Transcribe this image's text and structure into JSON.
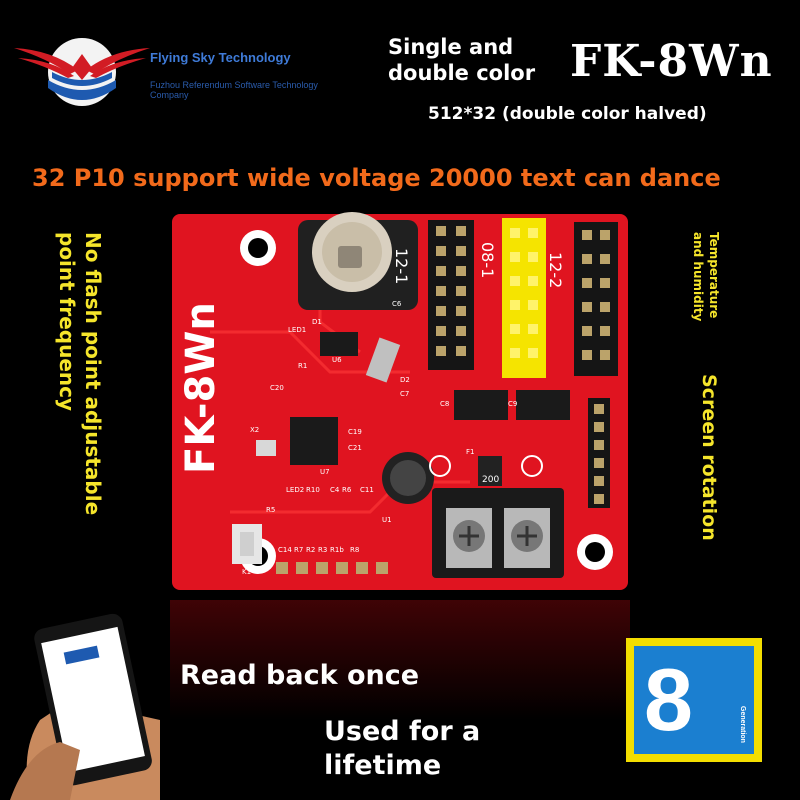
{
  "logo": {
    "name": "Flying Sky Technology",
    "subtitle": "Fuzhou Referendum Software Technology Company"
  },
  "header": {
    "color_line1": "Single and",
    "color_line2": "double color",
    "model": "FK-8Wn",
    "spec": "512*32 (double color halved)"
  },
  "tagline": "32 P10 support wide voltage 20000 text can dance",
  "features": {
    "left_line1": "No flash point adjustable",
    "left_line2": "point frequency",
    "temp_line1": "Temperature",
    "temp_line2": "and humidity",
    "rotation": "Screen rotation"
  },
  "board": {
    "silk_model": "FK-8Wn",
    "conn1": "12-1",
    "conn2": "08-1",
    "conn3": "12-2",
    "fuse": "200",
    "labels": [
      "LED1",
      "R1",
      "D1",
      "U6",
      "C20",
      "U7",
      "C19",
      "C21",
      "X2",
      "LED2",
      "R10",
      "C4",
      "R6",
      "C11",
      "U1",
      "K1",
      "R5",
      "C14",
      "R7",
      "R2",
      "R3",
      "R1b",
      "R8",
      "F1",
      "C8",
      "C9",
      "D2",
      "C6",
      "C7"
    ]
  },
  "bottom": {
    "read_back": "Read back once",
    "used_line1": "Used for a",
    "used_line2": "lifetime"
  },
  "generation": {
    "number": "8",
    "label": "Generation"
  },
  "colors": {
    "accent_orange": "#f26a1b",
    "accent_yellow": "#f5e52b",
    "board_red": "#e01420",
    "gen_blue": "#1b7fd0"
  },
  "icons": [
    "wing-logo-icon",
    "smartphone-icon",
    "hand-icon"
  ]
}
